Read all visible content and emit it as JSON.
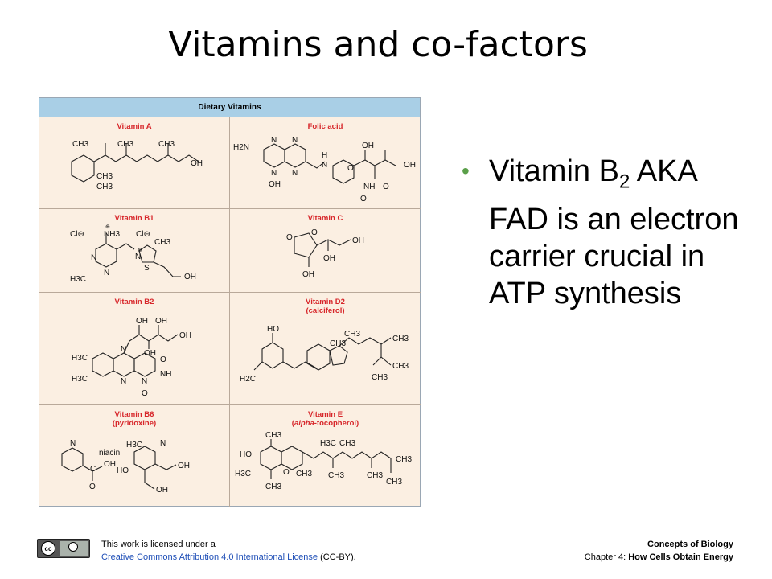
{
  "slide": {
    "title": "Vitamins and co-factors"
  },
  "figure": {
    "header": "Dietary Vitamins",
    "cells": {
      "vitamin_a": {
        "title": "Vitamin A",
        "labels": [
          "CH3",
          "CH3",
          "CH3",
          "OH",
          "CH3",
          "CH3"
        ]
      },
      "folic_acid": {
        "title": "Folic acid",
        "labels": [
          "H2N",
          "N",
          "N",
          "N",
          "N",
          "H",
          "N",
          "OH",
          "OH",
          "OH",
          "O",
          "O",
          "NH",
          "O"
        ]
      },
      "vitamin_b1": {
        "title": "Vitamin B1",
        "labels": [
          "Cl⊖",
          "NH3",
          "Cl⊖",
          "CH3",
          "N",
          "N",
          "N",
          "S",
          "OH",
          "H3C",
          "⊕",
          "⊕"
        ]
      },
      "vitamin_c": {
        "title": "Vitamin C",
        "labels": [
          "O",
          "O",
          "OH",
          "OH",
          "OH"
        ]
      },
      "vitamin_b2": {
        "title": "Vitamin B2",
        "labels": [
          "OH",
          "OH",
          "OH",
          "OH",
          "H3C",
          "H3C",
          "N",
          "N",
          "N",
          "O",
          "NH",
          "O"
        ]
      },
      "vitamin_d2": {
        "title_line1": "Vitamin D2",
        "title_line2": "(calciferol)",
        "labels": [
          "HO",
          "CH3",
          "CH3",
          "CH3",
          "CH3",
          "CH3",
          "H2C"
        ]
      },
      "vitamin_b6": {
        "title_line1": "Vitamin B6",
        "title_line2": "(pyridoxine)",
        "labels": [
          "N",
          "niacin",
          "C",
          "OH",
          "O",
          "H3C",
          "N",
          "HO",
          "OH",
          "OH"
        ]
      },
      "vitamin_e": {
        "title_line1": "Vitamin E",
        "title_line2_italic": "alpha",
        "title_line2_rest": "-tocopherol)",
        "title_line2_open": "(",
        "labels": [
          "CH3",
          "HO",
          "H3C",
          "CH3",
          "CH3",
          "O",
          "CH3",
          "H3C",
          "CH3",
          "CH3",
          "CH3",
          "CH3"
        ]
      }
    }
  },
  "bullet": {
    "prefix": "Vitamin B",
    "subscript": "2",
    "rest": " AKA FAD is an electron carrier crucial in ATP synthesis"
  },
  "footer": {
    "license_line1": "This work is licensed under a",
    "license_link": "Creative Commons Attribution 4.0 International License",
    "license_suffix": " (CC-BY).",
    "cc_mark": "cc",
    "book_title": "Concepts of Biology",
    "chapter_prefix": "Chapter 4: ",
    "chapter_name": "How Cells Obtain Energy"
  },
  "colors": {
    "accent_bullet": "#5a9f49",
    "vitamin_title": "#d7262a",
    "header_bg": "#a9cfe6",
    "cell_bg": "#fbefe2",
    "link": "#1f4fb7"
  }
}
